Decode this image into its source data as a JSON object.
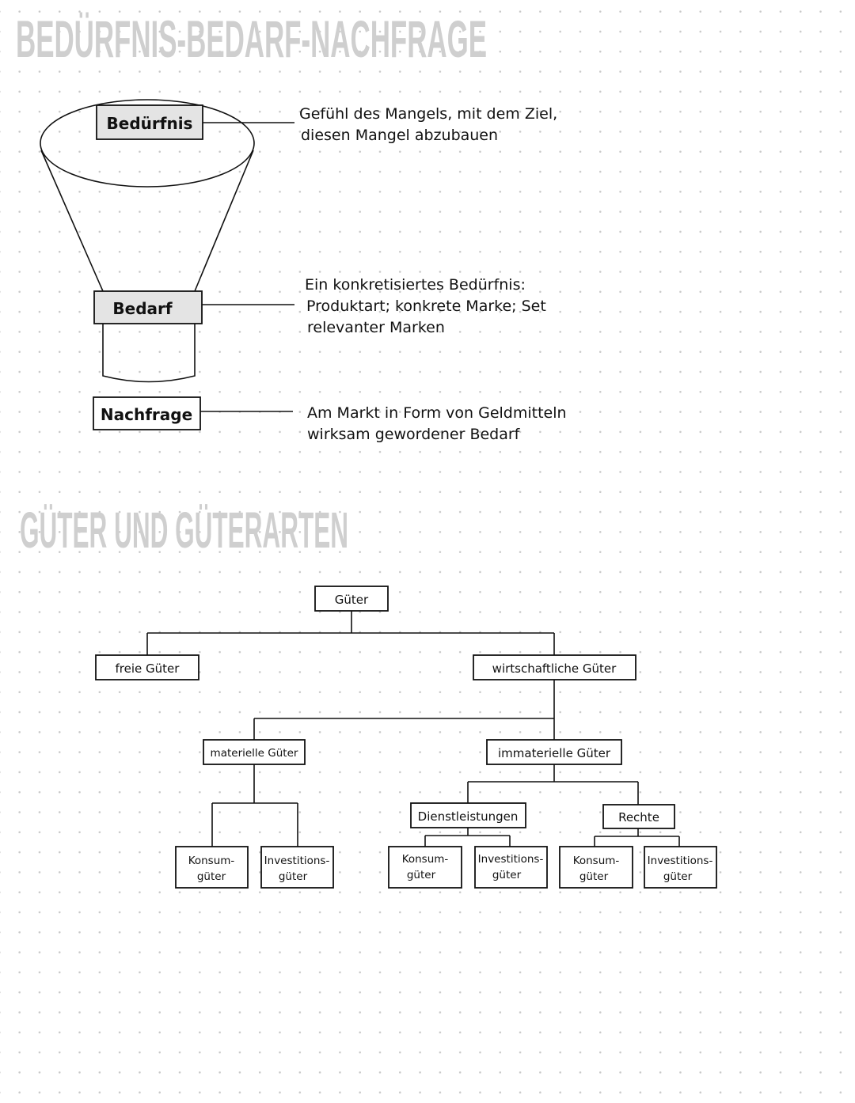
{
  "section1": {
    "title": "BEDÜRFNIS-BEDARF-NACHFRAGE",
    "stages": [
      {
        "label": "Bedürfnis",
        "description": [
          "Gefühl des Mangels, mit dem Ziel,",
          "diesen Mangel abzubauen"
        ]
      },
      {
        "label": "Bedarf",
        "description": [
          "Ein konkretisiertes Bedürfnis:",
          "Produktart; konkrete Marke; Set",
          "relevanter Marken"
        ]
      },
      {
        "label": "Nachfrage",
        "description": [
          "Am Markt in Form von Geldmitteln",
          "wirksam gewordener Bedarf"
        ]
      }
    ]
  },
  "section2": {
    "title": "GÜTER UND GÜTERARTEN",
    "tree": {
      "root": "Güter",
      "free": "freie Güter",
      "economic": "wirtschaftliche Güter",
      "material": "materielle Güter",
      "immaterial": "immaterielle Güter",
      "services": "Dienstleistungen",
      "rights": "Rechte",
      "leaf_consumer": [
        "Konsum-",
        "güter"
      ],
      "leaf_investment": [
        "Investitions-",
        "güter"
      ]
    }
  }
}
